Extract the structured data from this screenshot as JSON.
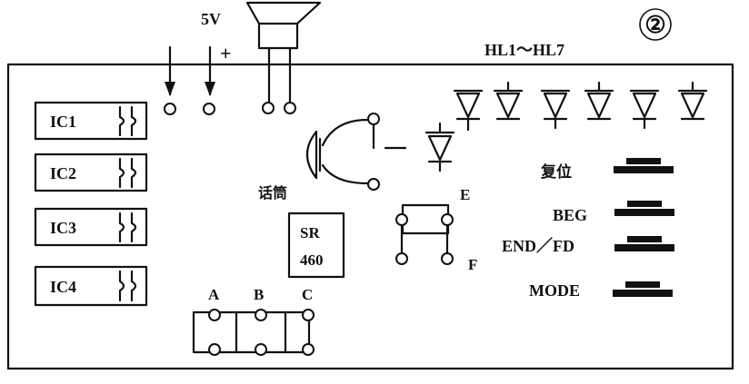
{
  "figure_number": "②",
  "supply": {
    "voltage": "5V",
    "plus": "+"
  },
  "led_label": "HL1～HL7",
  "ics": [
    "IC1",
    "IC2",
    "IC3",
    "IC4"
  ],
  "mic_label": "话筒",
  "chip": {
    "line1": "SR",
    "line2": "460"
  },
  "jumpers_ef": {
    "e": "E",
    "f": "F"
  },
  "jumpers_abc": [
    "A",
    "B",
    "C"
  ],
  "buttons": [
    "复位",
    "BEG",
    "END／FD",
    "MODE"
  ]
}
